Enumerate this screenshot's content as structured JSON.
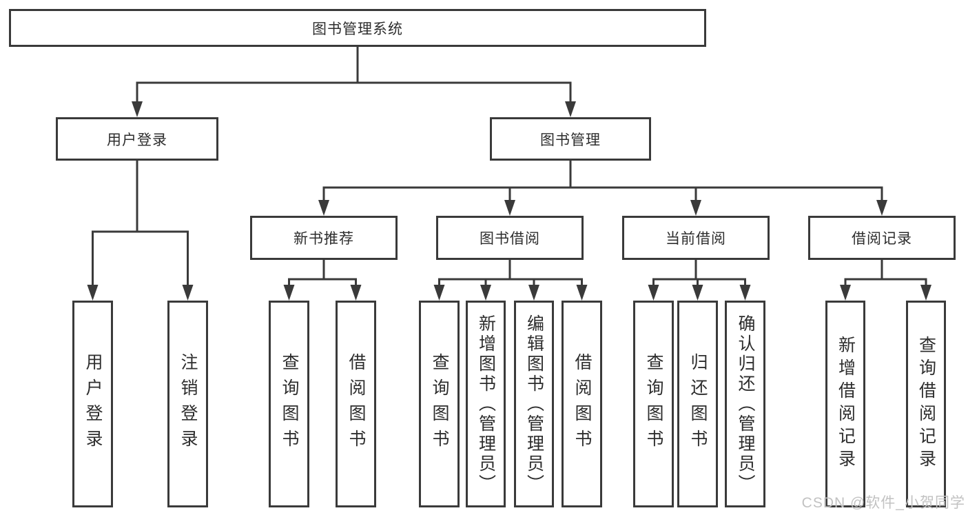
{
  "tree": {
    "label": "图书管理系统",
    "children": [
      {
        "label": "用户登录",
        "children": [
          {
            "label": "用户登录"
          },
          {
            "label": "注销登录"
          }
        ]
      },
      {
        "label": "图书管理",
        "children": [
          {
            "label": "新书推荐",
            "children": [
              {
                "label": "查询图书"
              },
              {
                "label": "借阅图书"
              }
            ]
          },
          {
            "label": "图书借阅",
            "children": [
              {
                "label": "查询图书"
              },
              {
                "label": "新增图书（管理员）"
              },
              {
                "label": "编辑图书（管理员）"
              },
              {
                "label": "借阅图书"
              }
            ]
          },
          {
            "label": "当前借阅",
            "children": [
              {
                "label": "查询图书"
              },
              {
                "label": "归还图书"
              },
              {
                "label": "确认归还（管理员）"
              }
            ]
          },
          {
            "label": "借阅记录",
            "children": [
              {
                "label": "新增借阅记录"
              },
              {
                "label": "查询借阅记录"
              }
            ]
          }
        ]
      }
    ]
  },
  "watermark": {
    "text": "CSDN @软件_小贺同学"
  },
  "colors": {
    "line": "#3a3a3a",
    "text": "#2d2d2d",
    "watermark": "#c2c2c2",
    "background": "#ffffff"
  }
}
